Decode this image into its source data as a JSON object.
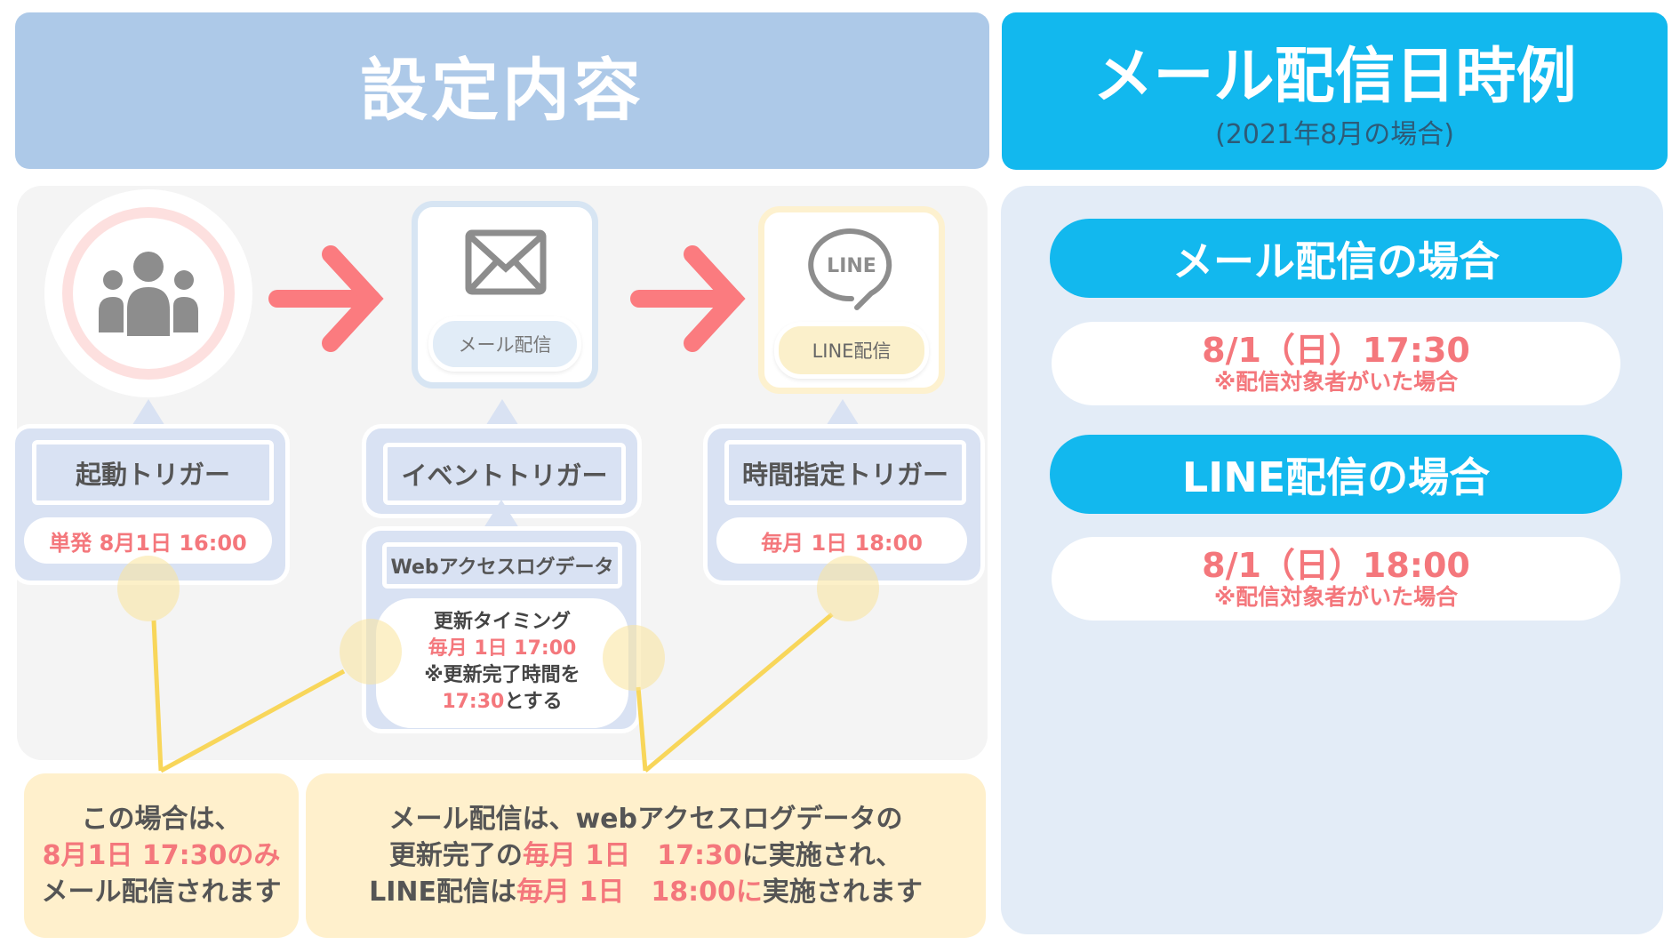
{
  "left_header": {
    "title": "設定内容"
  },
  "right_header": {
    "title": "メール配信日時例",
    "subtitle": "(2021年8月の場合)"
  },
  "flow": {
    "mail_card": {
      "label": "メール配信",
      "icon": "envelope-icon"
    },
    "line_card": {
      "label": "LINE配信",
      "icon": "line-logo-icon",
      "logo_text": "LINE"
    },
    "start_trigger": {
      "title": "起動トリガー",
      "value": "単発 8月1日 16:00"
    },
    "event_trigger": {
      "title": "イベントトリガー"
    },
    "web_log": {
      "title": "Webアクセスログデータ",
      "line1": "更新タイミング",
      "line2": "毎月 1日 17:00",
      "line3": "※更新完了時間を",
      "line4_red": "17:30",
      "line4_rest": "とする"
    },
    "time_trigger": {
      "title": "時間指定トリガー",
      "value": "毎月 1日 18:00"
    }
  },
  "notes": {
    "left": {
      "line1": "この場合は、",
      "line2": "8月1日 17:30のみ",
      "line3": "メール配信されます"
    },
    "right": {
      "line1": "メール配信は、webアクセスログデータの",
      "line2a": "更新完了の",
      "line2b": "毎月 1日　17:30",
      "line2c": "に実施され、",
      "line3a": "LINE配信は",
      "line3b": "毎月 1日　18:00に",
      "line3c": "実施されます"
    }
  },
  "examples": [
    {
      "heading": "メール配信の場合",
      "datetime": "8/1（日）17:30",
      "condition": "※配信対象者がいた場合"
    },
    {
      "heading": "LINE配信の場合",
      "datetime": "8/1（日）18:00",
      "condition": "※配信対象者がいた場合"
    }
  ],
  "colors": {
    "accent": "#12b8ee",
    "header": "#adc9e8",
    "red": "#f4777c",
    "callout": "#d9e2f3",
    "note": "#fff0cc",
    "line": "#f5d75e"
  }
}
